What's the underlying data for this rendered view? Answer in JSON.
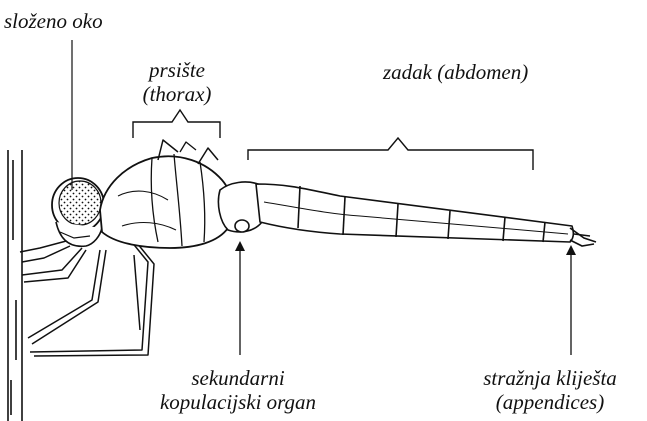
{
  "labels": {
    "compound_eye": "složeno oko",
    "thorax_line1": "prsište",
    "thorax_line2": "(thorax)",
    "abdomen": "zadak (abdomen)",
    "secondary_organ_line1": "sekundarni",
    "secondary_organ_line2": "kopulacijski organ",
    "appendices_line1": "stražnja kliješta",
    "appendices_line2": "(appendices)"
  },
  "colors": {
    "ink": "#111111",
    "background": "#ffffff"
  }
}
